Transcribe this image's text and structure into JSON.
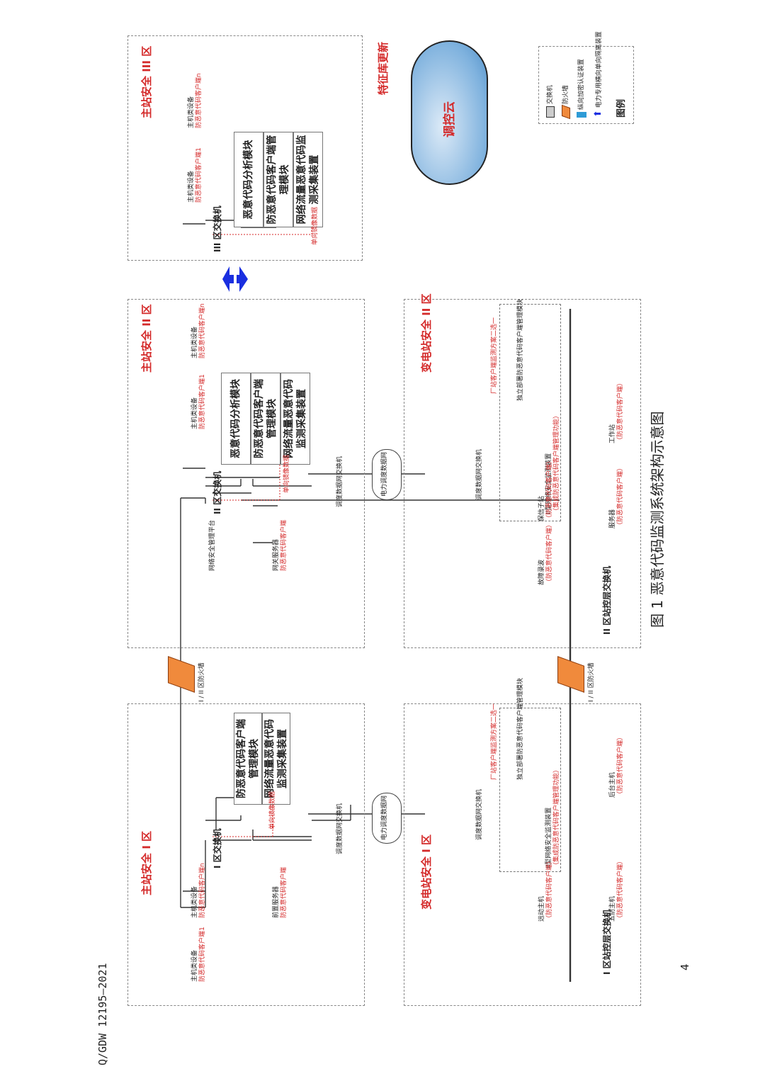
{
  "document": {
    "standard_code": "Q/GDW 12195—2021",
    "page_number": "4",
    "figure_caption": "图 1   恶意代码监测系统架构示意图"
  },
  "zones": {
    "main_i": {
      "title": "主站安全 I 区",
      "switch_label": "I 区交换机",
      "modules": [
        "防恶意代码客户端管理模块",
        "网络流量恶意代码监测采集装置"
      ],
      "mirror_label": "单向镜像数据",
      "dispatch_switch": "调度数据网交换机",
      "hosts": [
        {
          "name": "主机类设备",
          "client": "防恶意代码客户端1"
        },
        {
          "name": "主机类设备",
          "client": "防恶意代码客户端n"
        }
      ],
      "front_server": {
        "name": "前置服务器",
        "client": "防恶意代码客户端"
      }
    },
    "main_ii": {
      "title": "主站安全 II 区",
      "switch_label": "II 区交换机",
      "modules": [
        "恶意代码分析模块",
        "防恶意代码客户端管理模块",
        "网络流量恶意代码监测采集装置"
      ],
      "mirror_label": "单向镜像数据",
      "dispatch_switch": "调度数据网交换机",
      "hosts": [
        {
          "name": "主机类设备",
          "client": "防恶意代码客户端1"
        },
        {
          "name": "主机类设备",
          "client": "防恶意代码客户端n"
        }
      ],
      "security_platform": "网络安全管理平台",
      "gateway_server": {
        "name": "网关服务器",
        "client": "防恶意代码客户端"
      }
    },
    "main_iii": {
      "title": "主站安全 III 区",
      "switch_label": "III 区交换机",
      "modules": [
        "恶意代码分析模块",
        "防恶意代码客户端管理模块",
        "网络流量恶意代码监测采集装置"
      ],
      "mirror_label": "单向镜像数据",
      "hosts": [
        {
          "name": "主机类设备",
          "client": "防恶意代码客户端1"
        },
        {
          "name": "主机类设备",
          "client": "防恶意代码客户端n"
        }
      ],
      "update_label": "特征库更新",
      "cloud_label": "调控云"
    },
    "sub_i": {
      "title": "变电站安全 I 区",
      "dispatch_switch": "调度数据网交换机",
      "option_label": "厂站客户端监测方案二选一",
      "standalone_module": "独立部署防恶意代码客户端管理模块",
      "monitor_device": "II型网络安全监测装置",
      "monitor_device_note": "（集成防恶意代码客户端管理功能）",
      "station_switch": "I 区站控层交换机",
      "hosts": [
        {
          "name": "远动主机",
          "client": "（防恶意代码客户端）"
        },
        {
          "name": "五防主机",
          "client": "（防恶意代码客户端）"
        },
        {
          "name": "后台主机",
          "client": "（防恶意代码客户端）"
        }
      ]
    },
    "sub_ii": {
      "title": "变电站安全 II 区",
      "dispatch_switch": "调度数据网交换机",
      "option_label": "厂站客户端监测方案二选一",
      "standalone_module": "独立部署防恶意代码客户端管理模块",
      "monitor_device": "II型网络安全监测装置",
      "monitor_device_note": "（集成防恶意代码客户端管理功能）",
      "station_switch": "II 区站控层交换机",
      "hosts": [
        {
          "name": "故障录波",
          "client": "（防恶意代码客户端）"
        },
        {
          "name": "保信子站",
          "client": "（防恶意代码客户端）"
        },
        {
          "name": "服务器",
          "client": "（防恶意代码客户端）"
        },
        {
          "name": "工作站",
          "client": "（防恶意代码客户端）"
        }
      ]
    }
  },
  "network": {
    "power_dispatch_net": "电力调度数据网",
    "firewall_main": "I / II 区防火墙",
    "firewall_sub": "I / II 区防火墙"
  },
  "legend": {
    "title": "图例",
    "items": [
      {
        "icon": "switch-icon",
        "label": "交换机"
      },
      {
        "icon": "firewall-icon",
        "label": "防火墙"
      },
      {
        "icon": "vertical-encryption-icon",
        "label": "纵向加密认证装置"
      },
      {
        "icon": "isolation-arrow-icon",
        "label": "电力专用横向单向隔离装置"
      }
    ]
  },
  "colors": {
    "red_label": "#d42a2a",
    "firewall": "#f08a3c",
    "encryption": "#2e9bd6",
    "isolation_arrow": "#1a2fe0",
    "cloud": "#7fb2de"
  }
}
